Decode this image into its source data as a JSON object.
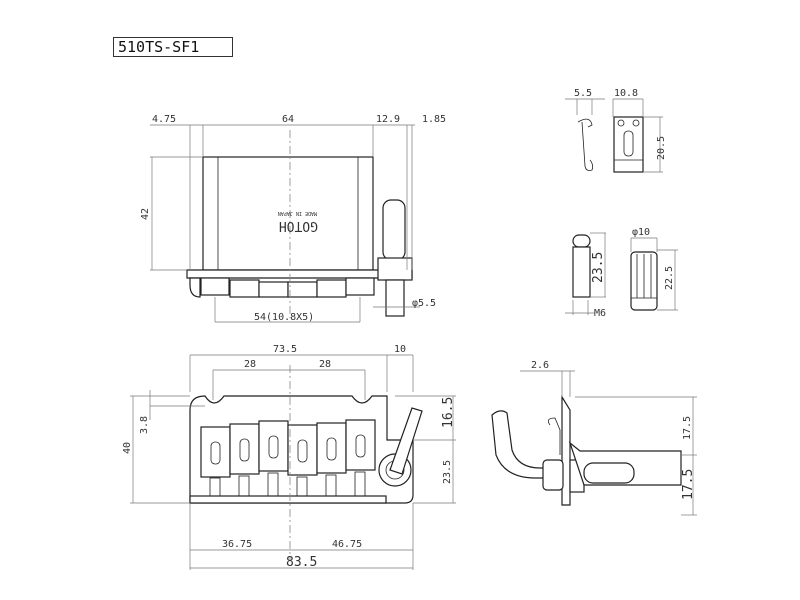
{
  "title": "510TS-SF1",
  "logo_text": "GOTOH",
  "logo_subtext": "MADE IN JAPAN",
  "top_view": {
    "dim_left": "4.75",
    "dim_width": "64",
    "dim_right": "12.9",
    "dim_far_right": "1.85",
    "dim_height": "42",
    "dim_spacing": "54(10.8X5)",
    "dim_arm_dia": "φ5.5"
  },
  "front_view": {
    "dim_overall_top": "73.5",
    "dim_arm_offset": "10",
    "dim_post_left": "28",
    "dim_post_right": "28",
    "dim_height": "40",
    "dim_notch": "3.8",
    "dim_upper_right": "16.5",
    "dim_lower_right": "23.5",
    "dim_bottom_left": "36.75",
    "dim_bottom_right": "46.75",
    "dim_total_width": "83.5"
  },
  "side_view": {
    "dim_plate": "2.6",
    "dim_upper": "17.5",
    "dim_lower": "17.5"
  },
  "parts": {
    "spring_hook_width": "5.5",
    "saddle_width": "10.8",
    "saddle_height": "20.5",
    "screw_length": "23.5",
    "screw_thread": "M6",
    "knob_dia": "φ10",
    "knob_length": "22.5"
  }
}
